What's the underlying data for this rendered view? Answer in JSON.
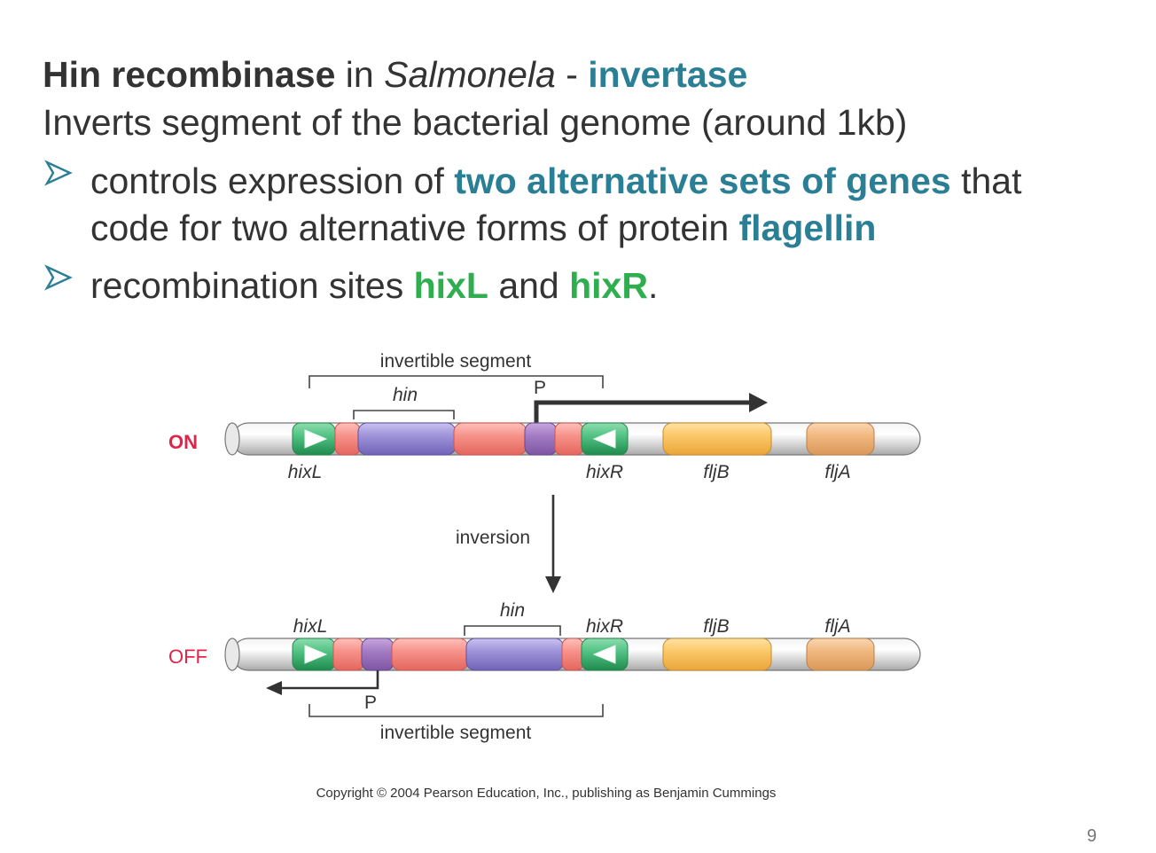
{
  "slide": {
    "title": {
      "part1": "Hin recombinase",
      "part2": " in ",
      "part3": "Salmonela",
      "part4": " - ",
      "part5": "invertase"
    },
    "subtitle": "Inverts segment of the bacterial genome (around 1kb)",
    "bullets": [
      {
        "line1_a": "controls expression of ",
        "line1_b": "two alternative sets of genes",
        "line1_c": " that",
        "line2_a": "code for two alternative forms of protein ",
        "line2_b": "flagellin"
      },
      {
        "a": "recombination sites ",
        "b": "hixL",
        "c": " and ",
        "d": "hixR",
        "e": "."
      }
    ],
    "page_number": "9"
  },
  "diagram": {
    "on_label": "ON",
    "off_label": "OFF",
    "invertible_segment": "invertible segment",
    "hin": "hin",
    "promoter": "P",
    "hixL": "hixL",
    "hixR": "hixR",
    "fljB": "fljB",
    "fljA": "fljA",
    "inversion": "inversion",
    "copyright": "Copyright © 2004 Pearson Education, Inc., publishing as Benjamin Cummings",
    "colors": {
      "on_off_label": "#e0254a",
      "hix_green": "#3cb371",
      "hin_purple": "#9b8fd6",
      "segment_red": "#f48a82",
      "flj_yellow": "#f9c35a",
      "flj_orange": "#f0b47c",
      "dna_gray": "#d8d8d8"
    }
  }
}
